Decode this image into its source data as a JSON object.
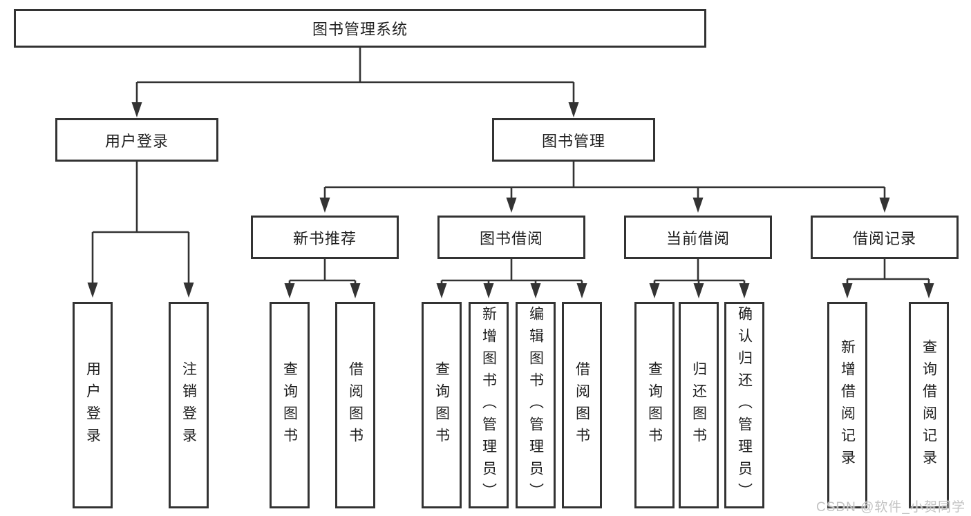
{
  "diagram": {
    "title_node": {
      "label": "图书管理系统"
    },
    "level2": [
      {
        "id": "user-login",
        "label": "用户登录"
      },
      {
        "id": "book-management",
        "label": "图书管理"
      }
    ],
    "level3": [
      {
        "id": "new-book-recommend",
        "label": "新书推荐"
      },
      {
        "id": "book-borrow",
        "label": "图书借阅"
      },
      {
        "id": "current-borrow",
        "label": "当前借阅"
      },
      {
        "id": "borrow-records",
        "label": "借阅记录"
      }
    ],
    "leaves": {
      "user_login": [
        "用户登录",
        "注销登录"
      ],
      "new_book_recommend": [
        "查询图书",
        "借阅图书"
      ],
      "book_borrow": [
        "查询图书",
        "新增图书（管理员）",
        "编辑图书（管理员）",
        "借阅图书"
      ],
      "current_borrow": [
        "查询图书",
        "归还图书",
        "确认归还（管理员）"
      ],
      "borrow_records": [
        "新增借阅记录",
        "查询借阅记录"
      ]
    },
    "colors": {
      "line": "#333333",
      "box_border": "#333333",
      "text": "#1f1f1f",
      "watermark": "#c3c3c3",
      "background": "#ffffff"
    }
  },
  "watermark": {
    "text": "CSDN @软件_小贺同学"
  }
}
